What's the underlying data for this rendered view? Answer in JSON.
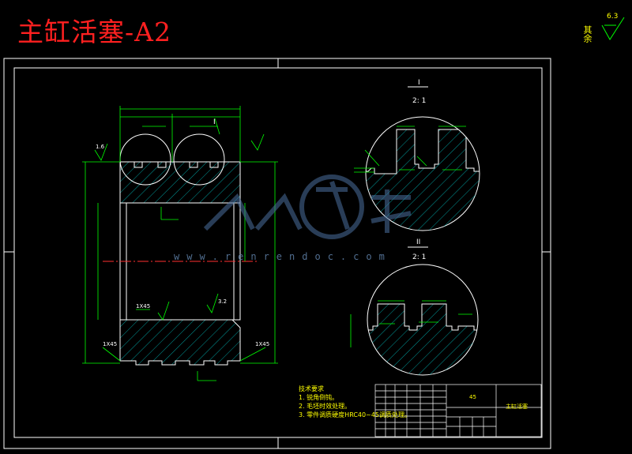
{
  "title": "主缸活塞-A2",
  "roughness": {
    "label": "其余",
    "value": "6.3"
  },
  "detail_1": {
    "id": "I",
    "scale": "2: 1"
  },
  "detail_2": {
    "id": "II",
    "scale": "2: 1"
  },
  "main_view": {
    "marker_i": "I",
    "chamfer_left": "1X45",
    "chamfer_right": "1X45",
    "chamfer_top": "1X45",
    "rough_a": "3.2",
    "rough_b": "1.6"
  },
  "watermark": "www.renrendoc.com",
  "tech_notes": {
    "heading": "技术要求",
    "items": [
      "1. 锐角倒钝。",
      "2. 毛坯时效处理。",
      "3. 零件调质硬度HRC40~45调质处理。"
    ]
  },
  "title_block": {
    "material": "45",
    "name": "主缸活塞"
  },
  "colors": {
    "outline": "#ffffff",
    "geometry": "#ffffff",
    "dim": "#00ff00",
    "hatch": "#00c0c0",
    "center": "#ff3030",
    "text": "#ffff00"
  }
}
